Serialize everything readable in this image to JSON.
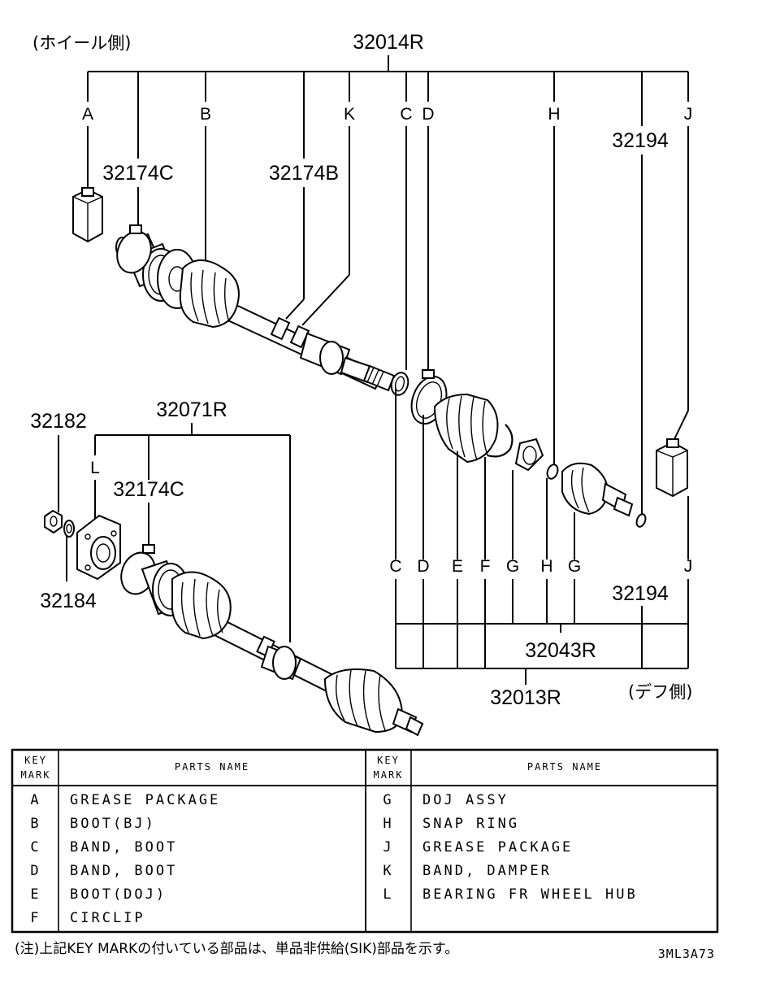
{
  "labels": {
    "wheel_side": "(ホイール側)",
    "diff_side": "(デフ側)",
    "p32014R": "32014R",
    "p32174C_top": "32174C",
    "p32174B": "32174B",
    "p32194_top": "32194",
    "p32194_bottom": "32194",
    "p32182": "32182",
    "p32071R": "32071R",
    "p32174C_left": "32174C",
    "p32184": "32184",
    "p32043R": "32043R",
    "p32013R": "32013R"
  },
  "marks_top": [
    "A",
    "B",
    "K",
    "C",
    "D",
    "H",
    "J"
  ],
  "marks_bottom": [
    "C",
    "D",
    "E",
    "F",
    "G",
    "H",
    "G",
    "J"
  ],
  "mark_L": "L",
  "table": {
    "header_key": [
      "KEY",
      "MARK"
    ],
    "header_name": "PARTS NAME",
    "left": [
      {
        "mark": "A",
        "name": "GREASE PACKAGE"
      },
      {
        "mark": "B",
        "name": "BOOT(BJ)"
      },
      {
        "mark": "C",
        "name": "BAND, BOOT"
      },
      {
        "mark": "D",
        "name": "BAND, BOOT"
      },
      {
        "mark": "E",
        "name": "BOOT(DOJ)"
      },
      {
        "mark": "F",
        "name": "CIRCLIP"
      }
    ],
    "right": [
      {
        "mark": "G",
        "name": "DOJ ASSY"
      },
      {
        "mark": "H",
        "name": "SNAP RING"
      },
      {
        "mark": "J",
        "name": "GREASE PACKAGE"
      },
      {
        "mark": "K",
        "name": "BAND, DAMPER"
      },
      {
        "mark": "L",
        "name": "BEARING FR WHEEL HUB"
      }
    ]
  },
  "footnote": "(注)上記KEY MARKの付いている部品は、単品非供給(SIK)部品を示す。",
  "drawing_code": "3ML3A73"
}
